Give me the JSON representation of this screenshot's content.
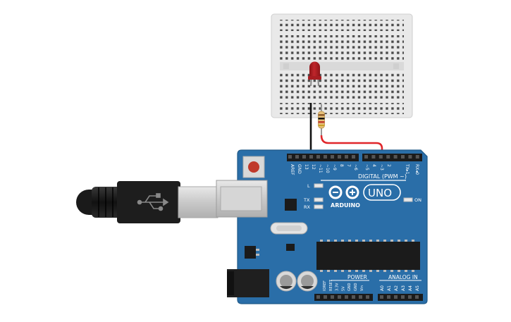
{
  "board": {
    "brand": "ARDUINO",
    "model": "UNO",
    "digital_label": "DIGITAL (PWM ~)",
    "power_label": "POWER",
    "analog_label": "ANALOG IN",
    "on_label": "ON",
    "l_label": "L",
    "tx_label": "TX",
    "rx_label": "RX",
    "top_pins": [
      "AREF",
      "GND",
      "13",
      "12",
      "~11",
      "~10",
      "~9",
      "8",
      "7",
      "~6",
      "~5",
      "4",
      "~3",
      "2",
      "TX▸1",
      "RX◂0"
    ],
    "power_pins": [
      "IOREF",
      "RESET",
      "3.3V",
      "5V",
      "GND",
      "GND",
      "Vin"
    ],
    "analog_pins": [
      "A0",
      "A1",
      "A2",
      "A3",
      "A4",
      "A5"
    ]
  },
  "components": {
    "led_color": "#c0262b",
    "wire_black": "#111111",
    "wire_red": "#e0262a",
    "board_color": "#2a6ea8"
  }
}
